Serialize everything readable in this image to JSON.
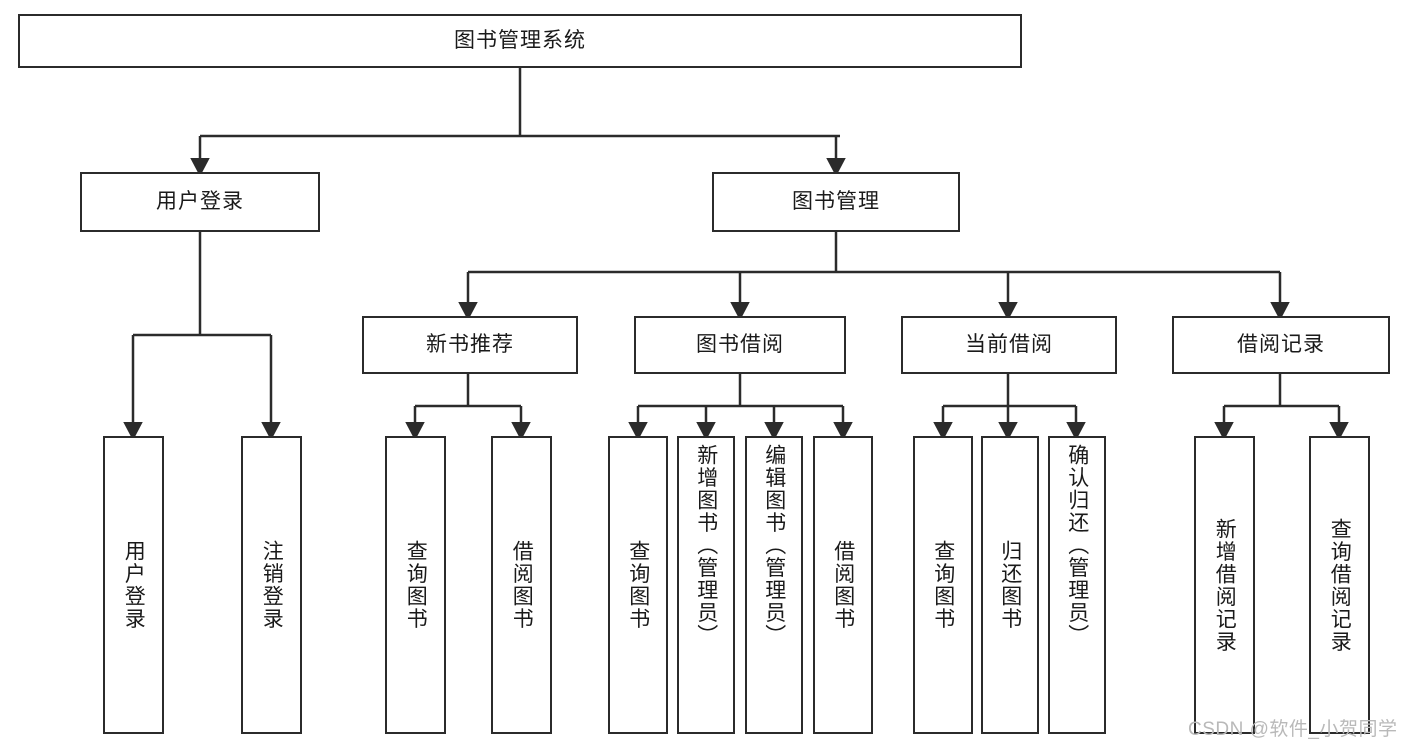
{
  "diagram": {
    "title": "图书管理系统",
    "type": "tree-hierarchy-chart",
    "root": {
      "id": "root",
      "label": "图书管理系统"
    },
    "level2": [
      {
        "id": "user-login",
        "label": "用户登录"
      },
      {
        "id": "book-management",
        "label": "图书管理"
      }
    ],
    "level3": [
      {
        "id": "new-book-recommend",
        "label": "新书推荐"
      },
      {
        "id": "book-borrow",
        "label": "图书借阅"
      },
      {
        "id": "current-borrow",
        "label": "当前借阅"
      },
      {
        "id": "borrow-record",
        "label": "借阅记录"
      }
    ],
    "leaves": [
      {
        "id": "leaf-user-login",
        "label": "用户登录",
        "parent": "user-login"
      },
      {
        "id": "leaf-user-logout",
        "label": "注销登录",
        "parent": "user-login"
      },
      {
        "id": "leaf-query-book-1",
        "label": "查询图书",
        "parent": "new-book-recommend"
      },
      {
        "id": "leaf-borrow-book-1",
        "label": "借阅图书",
        "parent": "new-book-recommend"
      },
      {
        "id": "leaf-query-book-2",
        "label": "查询图书",
        "parent": "book-borrow"
      },
      {
        "id": "leaf-add-book",
        "label": "新增图书（管理员）",
        "parent": "book-borrow"
      },
      {
        "id": "leaf-edit-book",
        "label": "编辑图书（管理员）",
        "parent": "book-borrow"
      },
      {
        "id": "leaf-borrow-book-2",
        "label": "借阅图书",
        "parent": "book-borrow"
      },
      {
        "id": "leaf-query-book-3",
        "label": "查询图书",
        "parent": "current-borrow"
      },
      {
        "id": "leaf-return-book",
        "label": "归还图书",
        "parent": "current-borrow"
      },
      {
        "id": "leaf-confirm-return",
        "label": "确认归还（管理员）",
        "parent": "current-borrow"
      },
      {
        "id": "leaf-add-record",
        "label": "新增借阅记录",
        "parent": "borrow-record"
      },
      {
        "id": "leaf-query-record",
        "label": "查询借阅记录",
        "parent": "borrow-record"
      }
    ],
    "colors": {
      "stroke": "#2b2b2b",
      "fill": "#ffffff",
      "text": "#1a1a1a",
      "watermark": "#b9b9b9"
    }
  },
  "watermark": {
    "text": "CSDN @软件_小贺同学"
  }
}
